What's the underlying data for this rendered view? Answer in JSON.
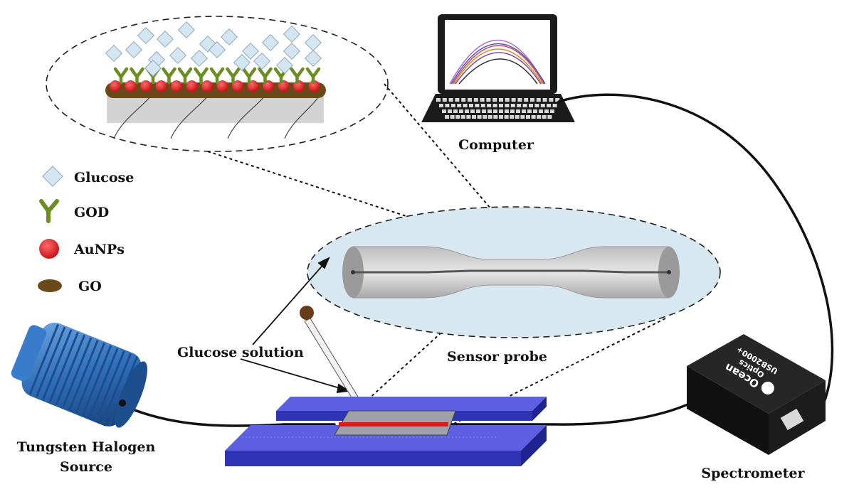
{
  "labels": {
    "computer": "Computer",
    "glucose_solution": "Glucose solution",
    "sensor_probe": "Sensor probe",
    "source_line1": "Tungsten Halogen",
    "source_line2": "Source",
    "spectrometer": "Spectrometer"
  },
  "legend": {
    "glucose": "Glucose",
    "god": "GOD",
    "aunps": "AuNPs",
    "go": "GO"
  },
  "spectrometer_brand": {
    "line1": "Ocean",
    "line2": "Optics",
    "model": "USB2000+"
  },
  "colors": {
    "glucose": "#d4e6f1",
    "god": "#6b8e23",
    "aunps": "#e0161b",
    "go": "#6b4a1a",
    "slide": "#3b3fc8",
    "probe_bg": "#d8e8f0",
    "halogen": "#2f6fb8"
  }
}
